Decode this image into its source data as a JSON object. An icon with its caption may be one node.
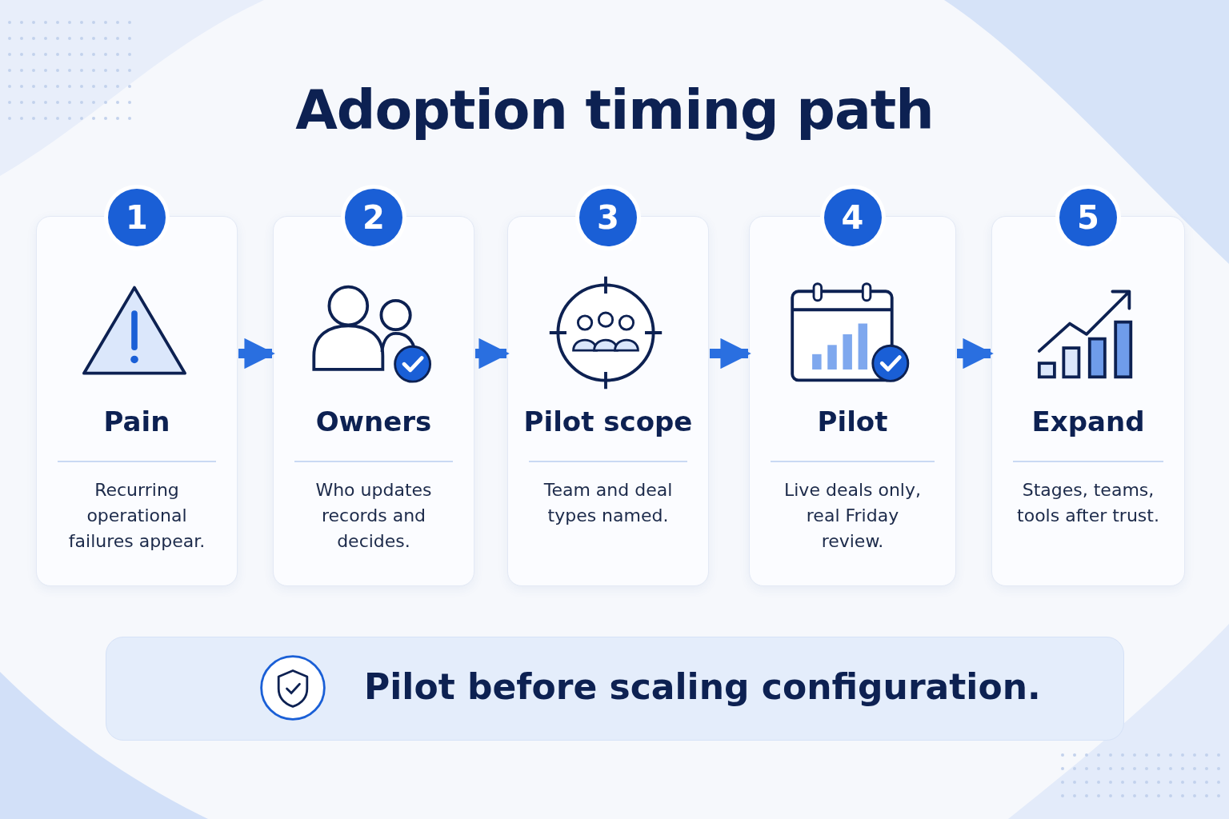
{
  "diagram": {
    "title": "Adoption timing path",
    "nodes": [
      {
        "text": [
          "1",
          "Pain",
          "Recurring operational failures appear."
        ]
      },
      {
        "text": [
          "2",
          "Owners",
          "Who updates records and decides."
        ]
      },
      {
        "text": [
          "3",
          "Pilot scope",
          "Team and deal types named."
        ]
      },
      {
        "text": [
          "4",
          "Pilot",
          "Live deals only, real Friday review."
        ]
      },
      {
        "text": [
          "5",
          "Expand",
          "Stages, teams, tools after trust."
        ]
      },
      {
        "text": [
          "Pilot before scaling configuration."
        ]
      }
    ],
    "edges": [
      {
        "from": 0,
        "to": 1,
        "arrow": "to"
      },
      {
        "from": 1,
        "to": 2,
        "arrow": "to"
      },
      {
        "from": 2,
        "to": 3,
        "arrow": "to"
      },
      {
        "from": 3,
        "to": 4,
        "arrow": "to"
      }
    ]
  }
}
